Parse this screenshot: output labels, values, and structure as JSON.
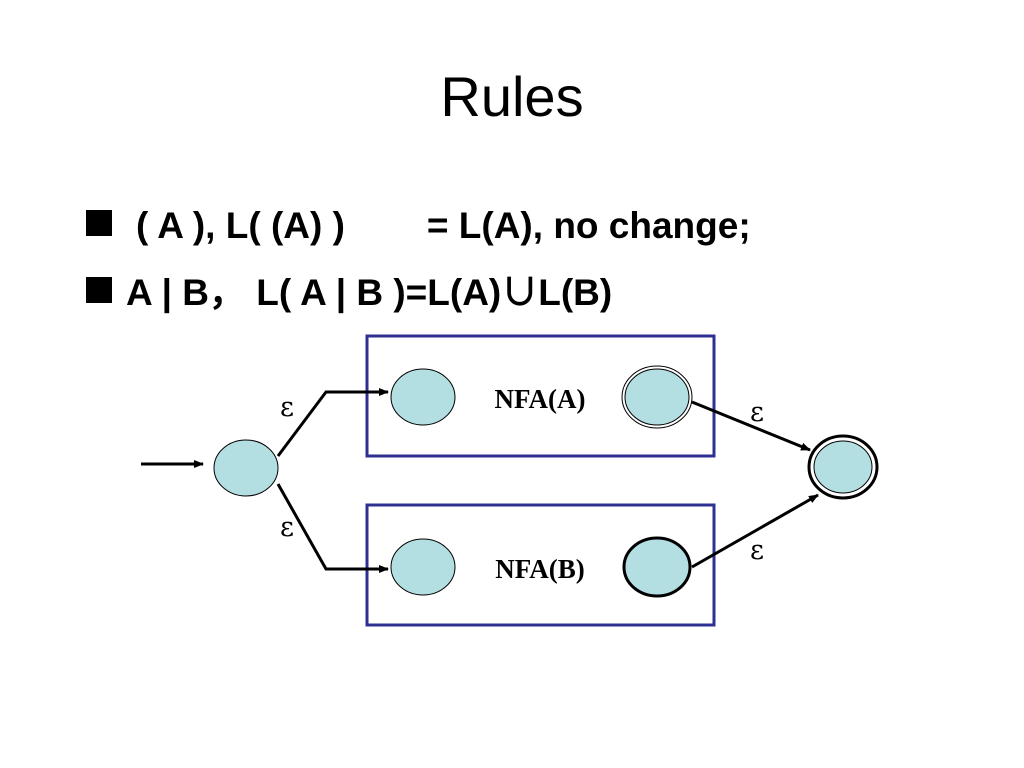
{
  "slide": {
    "title": "Rules",
    "bullets": [
      {
        "left": "( A ), L( (A) )",
        "right": "= L(A), no change;"
      },
      {
        "left": "A | B， L( A | B )=L(A)∪L(B)",
        "right": ""
      }
    ]
  },
  "diagram": {
    "machines": [
      {
        "label": "NFA(A)",
        "final_state_style": "double-outline"
      },
      {
        "label": "NFA(B)",
        "final_state_style": "thick-outline"
      }
    ],
    "epsilon": "ε",
    "colors": {
      "state_fill": "#b4dfe2",
      "box_border": "#2e3192",
      "arrow": "#000000"
    }
  }
}
